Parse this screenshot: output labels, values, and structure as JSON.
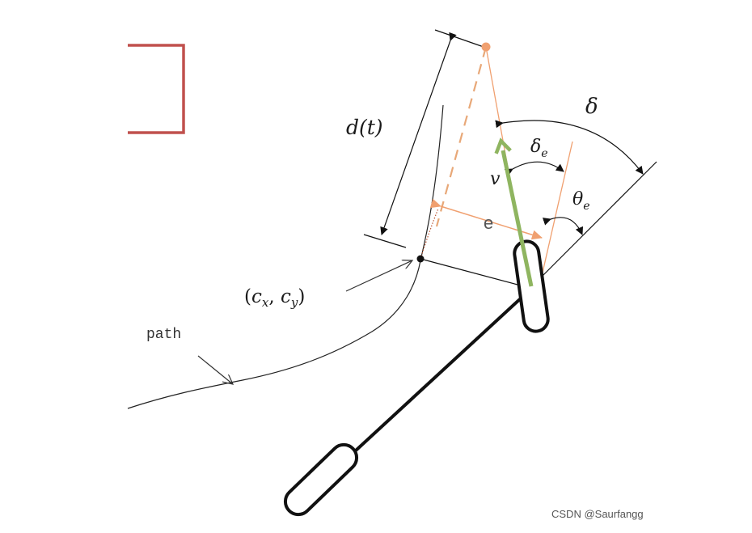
{
  "diagram": {
    "labels": {
      "path": "path",
      "lookahead_distance": "d(t)",
      "delta": "δ",
      "delta_e_base": "δ",
      "delta_e_sub": "e",
      "theta_e_base": "θ",
      "theta_e_sub": "e",
      "velocity": "v",
      "cross_track_error": "e",
      "closest_point_c": "c",
      "closest_point_x": "x",
      "closest_point_y": "y"
    },
    "watermark": "CSDN @Saurfangg",
    "colors": {
      "frame_red": "#c0504d",
      "velocity_green": "#8fb560",
      "guide_orange": "#f0a070",
      "dashed_orange": "#e8a878",
      "ink": "#111111"
    }
  }
}
